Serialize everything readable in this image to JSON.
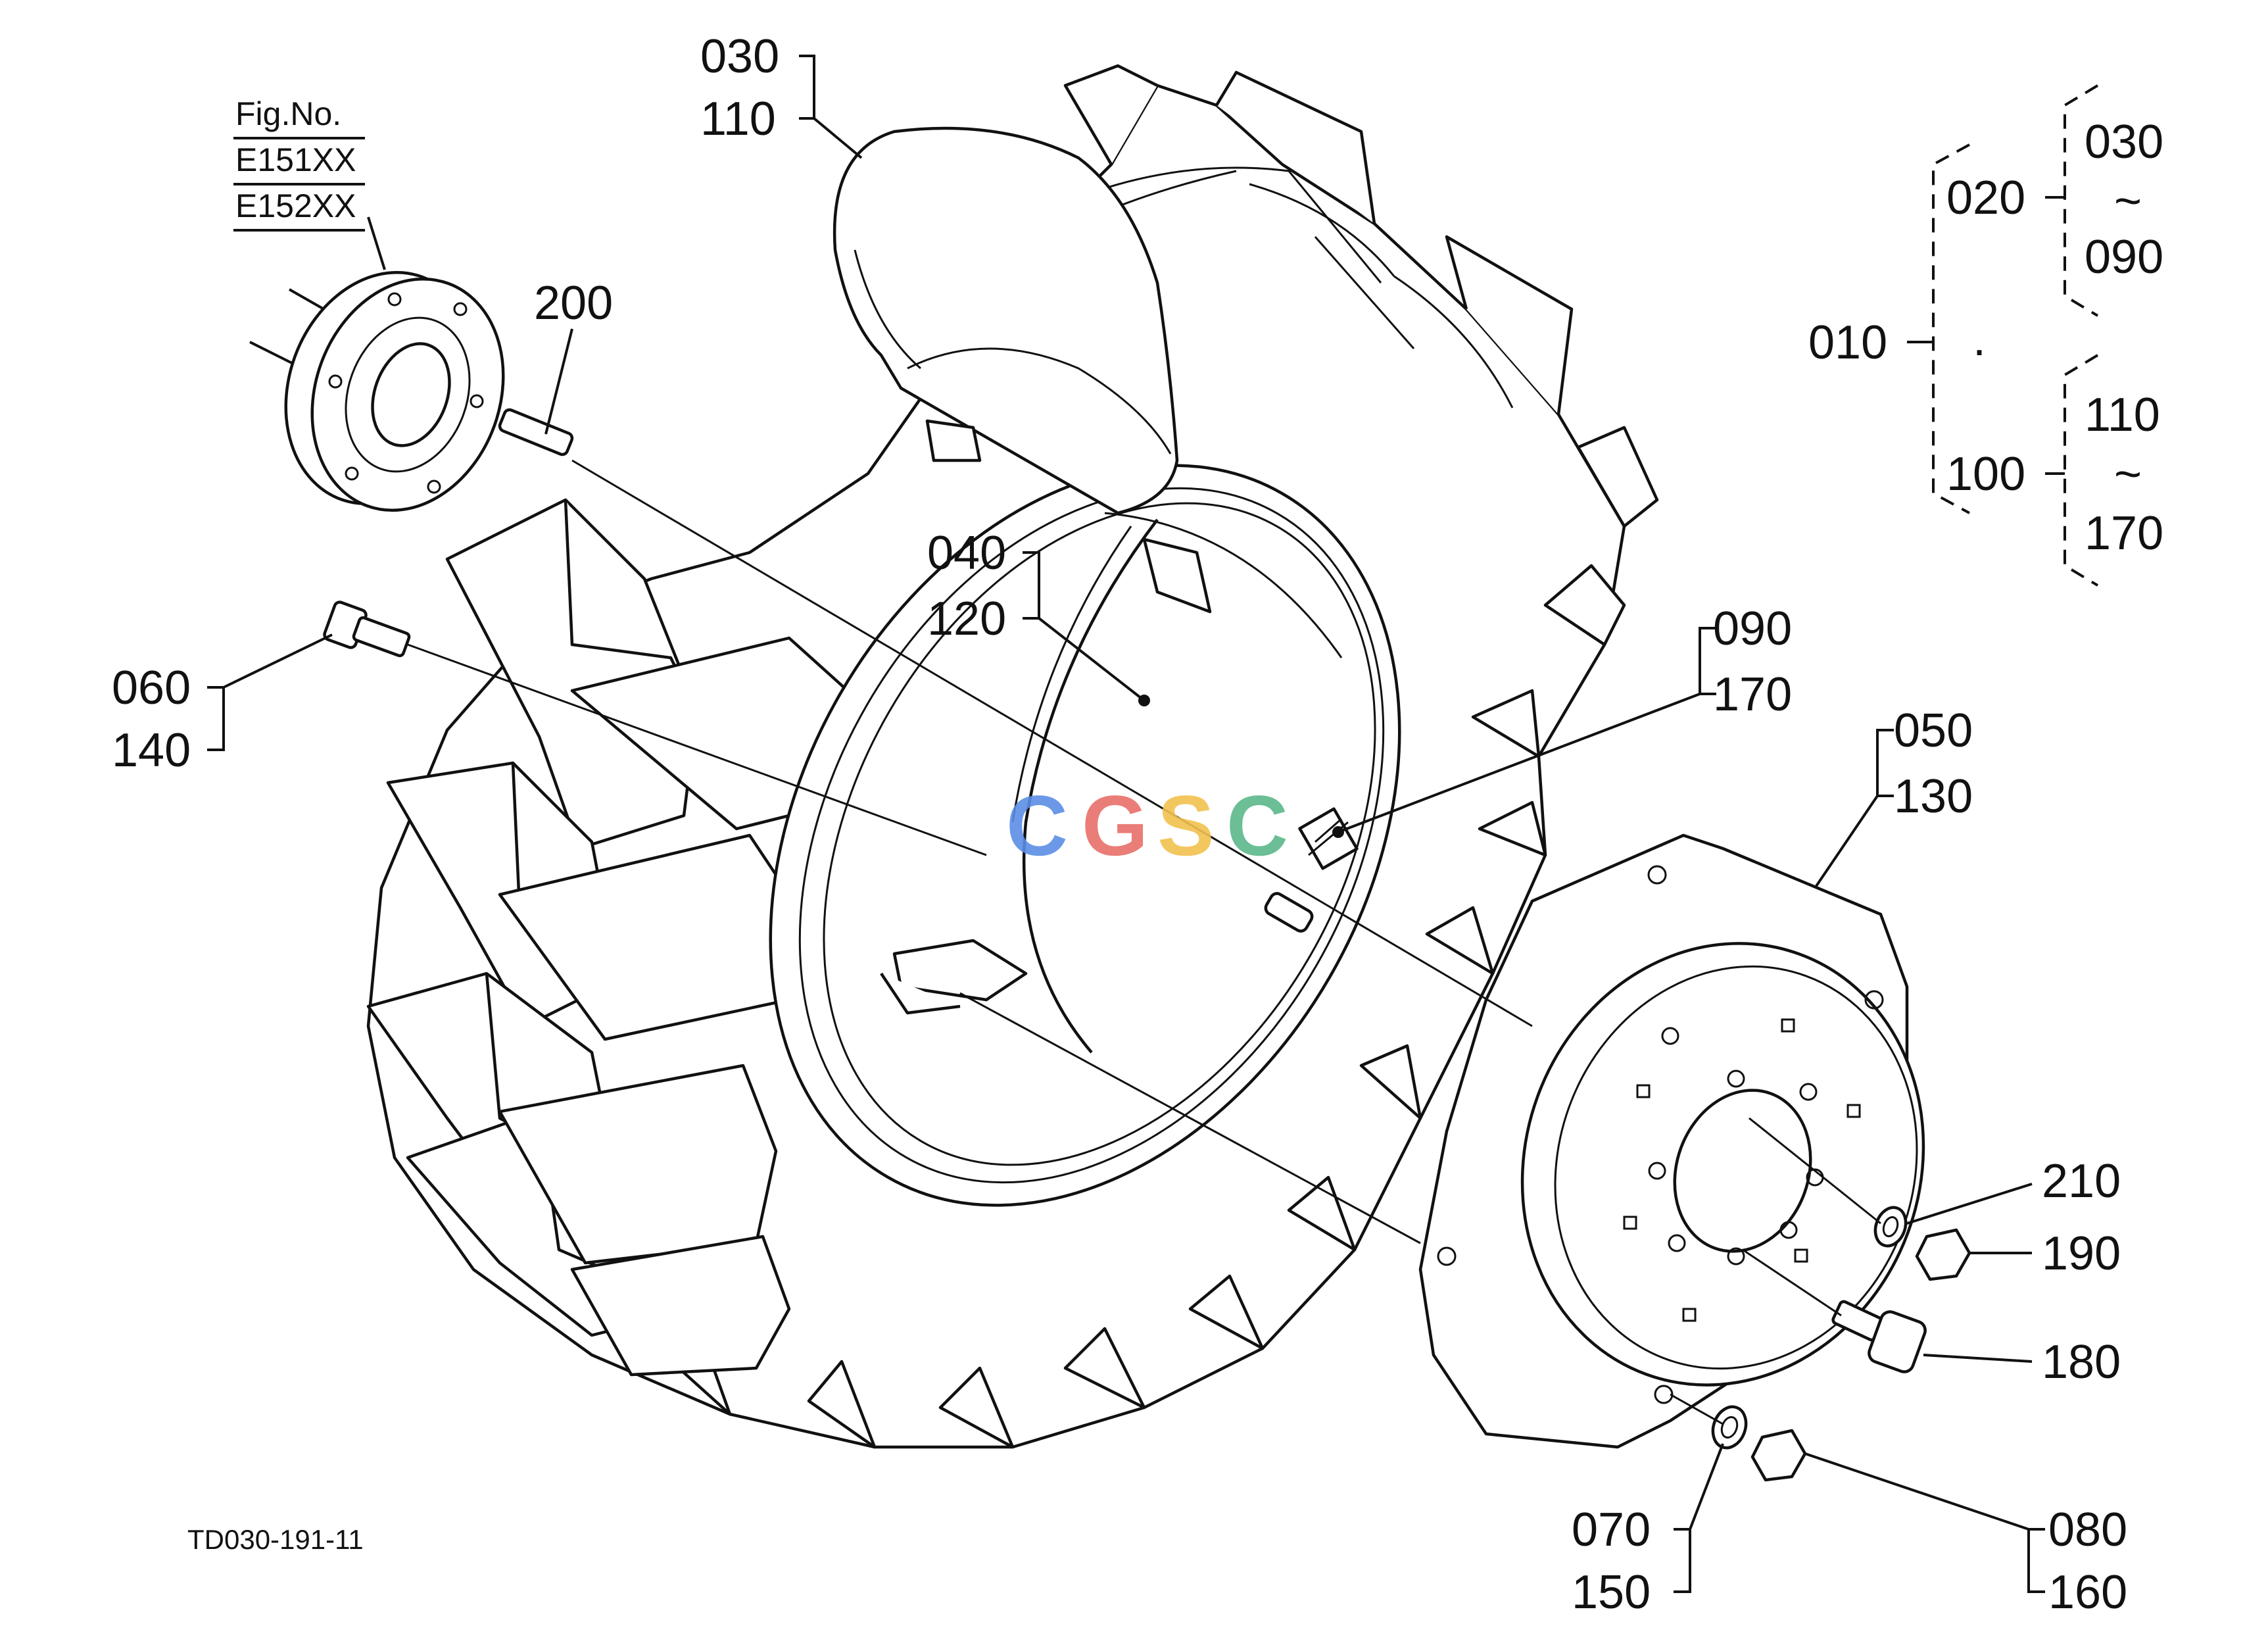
{
  "figure": {
    "fig_heading": "Fig.No.",
    "fig_codes": [
      "E151XX",
      "E152XX"
    ],
    "drawing_id": "TD030-191-11",
    "watermark_text": "CGSC",
    "watermark_colors": [
      "#5b8ee6",
      "#e8706a",
      "#f2c14e",
      "#5cb88a"
    ]
  },
  "legend": {
    "top": "010",
    "group_a": {
      "code": "020",
      "from": "030",
      "tilde": "~",
      "to": "090"
    },
    "group_b": {
      "code": "100",
      "from": "110",
      "tilde": "~",
      "to": "170"
    },
    "dot": "."
  },
  "callouts": [
    {
      "id": "c-030-110",
      "lines": [
        "030",
        "110"
      ]
    },
    {
      "id": "c-200",
      "lines": [
        "200"
      ]
    },
    {
      "id": "c-040-120",
      "lines": [
        "040",
        "120"
      ]
    },
    {
      "id": "c-060-140",
      "lines": [
        "060",
        "140"
      ]
    },
    {
      "id": "c-090-170",
      "lines": [
        "090",
        "170"
      ]
    },
    {
      "id": "c-050-130",
      "lines": [
        "050",
        "130"
      ]
    },
    {
      "id": "c-210",
      "lines": [
        "210"
      ]
    },
    {
      "id": "c-190",
      "lines": [
        "190"
      ]
    },
    {
      "id": "c-180",
      "lines": [
        "180"
      ]
    },
    {
      "id": "c-070-150",
      "lines": [
        "070",
        "150"
      ]
    },
    {
      "id": "c-080-160",
      "lines": [
        "080",
        "160"
      ]
    }
  ]
}
